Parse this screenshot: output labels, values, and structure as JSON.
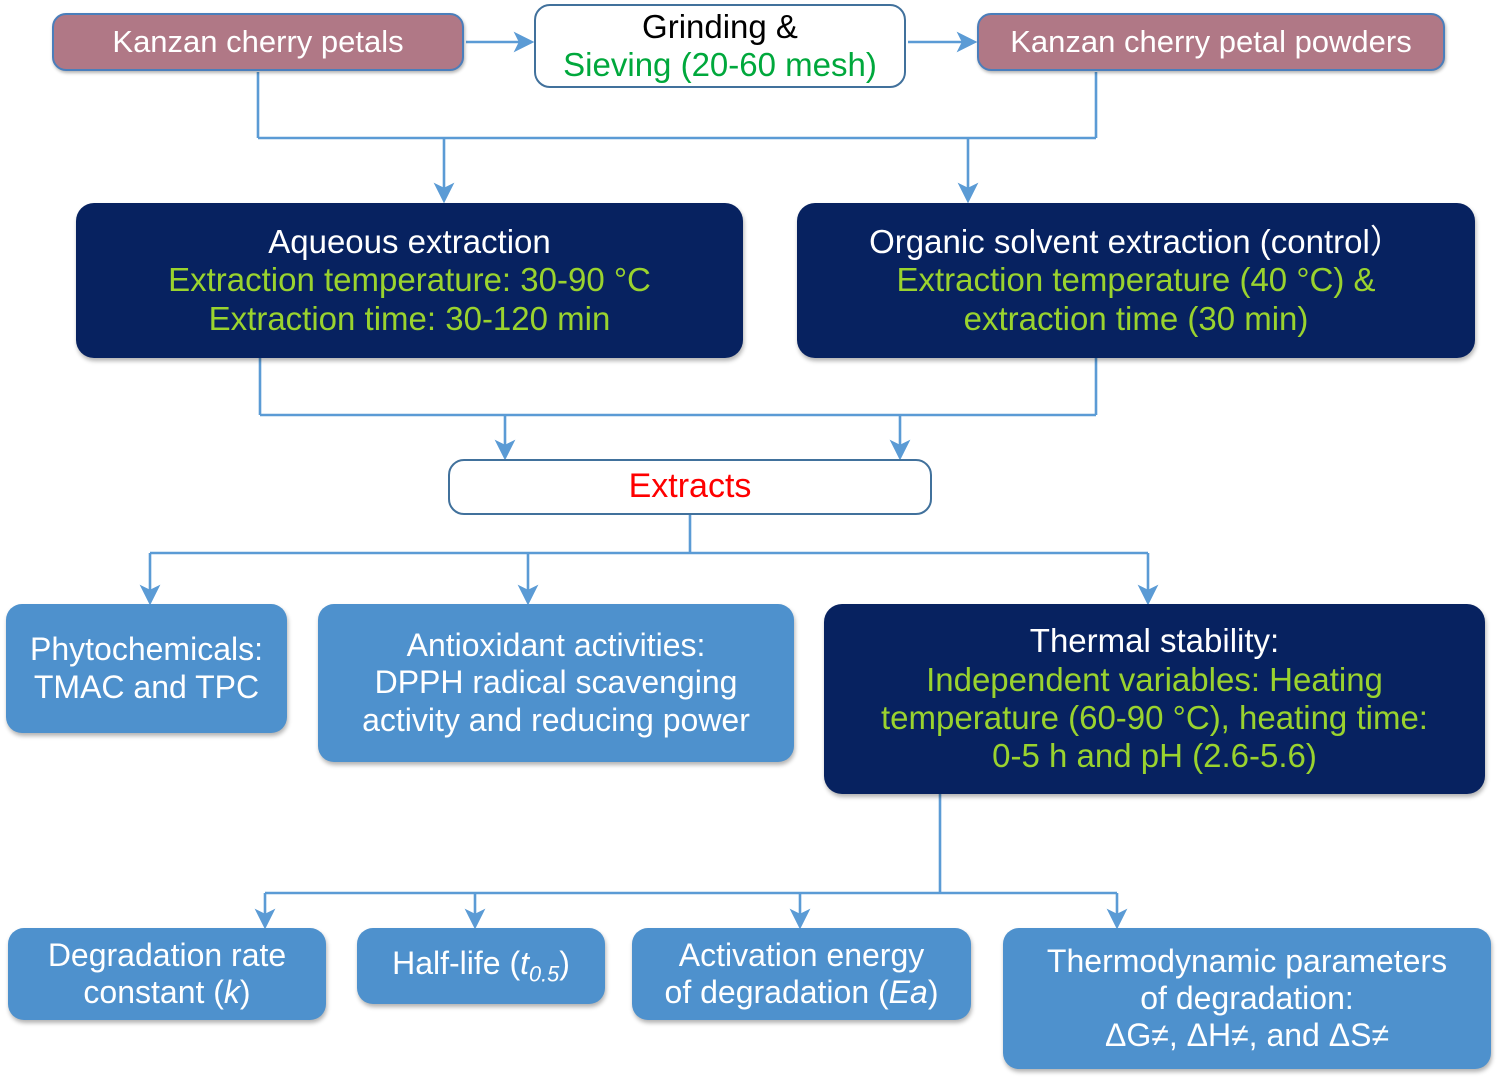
{
  "diagram": {
    "title": "Kanzan cherry petal extraction and thermal stability flowchart",
    "colors": {
      "pink_box": "#b07886",
      "navy_box": "#072260",
      "blue_box": "#4e91cd",
      "connector": "#5b9bd5",
      "green_text": "#00a83c",
      "yellow_green_text": "#9ad32e",
      "red_text": "#fe0000"
    }
  },
  "nodes": {
    "petals": {
      "label": "Kanzan cherry petals"
    },
    "grinding": {
      "line1": "Grinding &",
      "line2": "Sieving (20-60 mesh)"
    },
    "powders": {
      "label": "Kanzan cherry petal powders"
    },
    "aqueous": {
      "title": "Aqueous extraction",
      "line1": "Extraction temperature: 30-90 °C",
      "line2": "Extraction time: 30-120 min"
    },
    "organic": {
      "title": "Organic solvent extraction (control）",
      "line1": "Extraction temperature (40 °C) &",
      "line2": "extraction time (30 min)"
    },
    "extracts": {
      "label": "Extracts"
    },
    "phytochemicals": {
      "line1": "Phytochemicals:",
      "line2": "TMAC and TPC"
    },
    "antioxidant": {
      "line1": "Antioxidant activities:",
      "line2": "DPPH radical scavenging",
      "line3": "activity and reducing power"
    },
    "thermal": {
      "title": "Thermal stability:",
      "line1": "Independent variables: Heating",
      "line2": "temperature (60-90 °C), heating time:",
      "line3": "0-5 h and pH (2.6-5.6)"
    },
    "degradation_rate": {
      "line1": "Degradation rate",
      "line2_pre": "constant (",
      "line2_sym": "k",
      "line2_post": ")"
    },
    "half_life": {
      "pre": "Half-life (",
      "sym": "t",
      "sub": "0.5",
      "post": ")"
    },
    "activation_energy": {
      "line1": "Activation energy",
      "line2_pre": "of degradation (",
      "line2_sym": "Ea",
      "line2_post": ")"
    },
    "thermodynamic": {
      "line1": "Thermodynamic parameters",
      "line2": "of degradation:",
      "line3": "ΔG≠, ΔH≠, and ΔS≠"
    }
  }
}
